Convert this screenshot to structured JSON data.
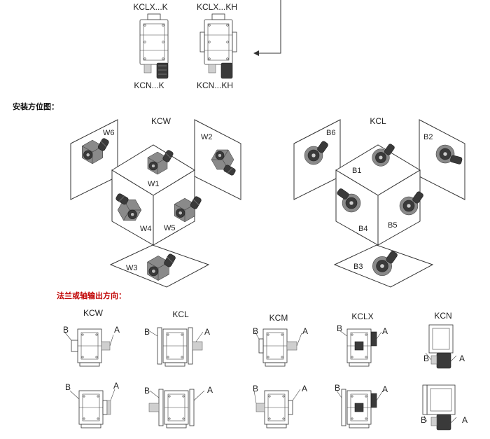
{
  "top_section": {
    "labels": [
      "KCLX...K",
      "KCLX...KH",
      "KCN...K",
      "KCN...KH"
    ]
  },
  "mounting_title": "安装方位图：",
  "kcw_cube": {
    "name": "KCW",
    "positions": [
      "W1",
      "W2",
      "W3",
      "W4",
      "W5",
      "W6"
    ]
  },
  "kcl_cube": {
    "name": "KCL",
    "positions": [
      "B1",
      "B2",
      "B3",
      "B4",
      "B5",
      "B6"
    ]
  },
  "output_title": "法兰或轴输出方向：",
  "output_types": [
    "KCW",
    "KCL",
    "KCM",
    "KCLX",
    "KCN"
  ],
  "direction_labels": {
    "a": "A",
    "b": "B"
  },
  "colors": {
    "title_red": "#c00000",
    "line": "#333333"
  }
}
